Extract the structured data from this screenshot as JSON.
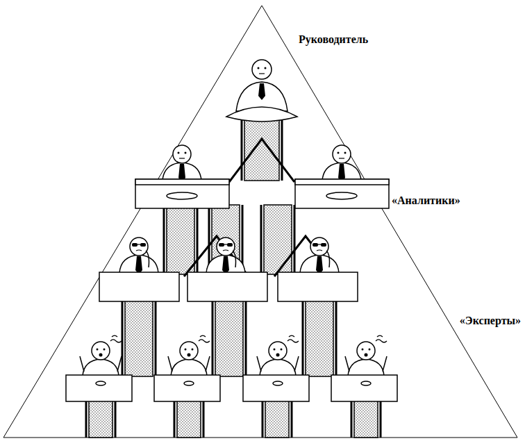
{
  "diagram": {
    "labels": [
      "Руководитель",
      "«Аналитики»",
      "«Эксперты»"
    ]
  }
}
